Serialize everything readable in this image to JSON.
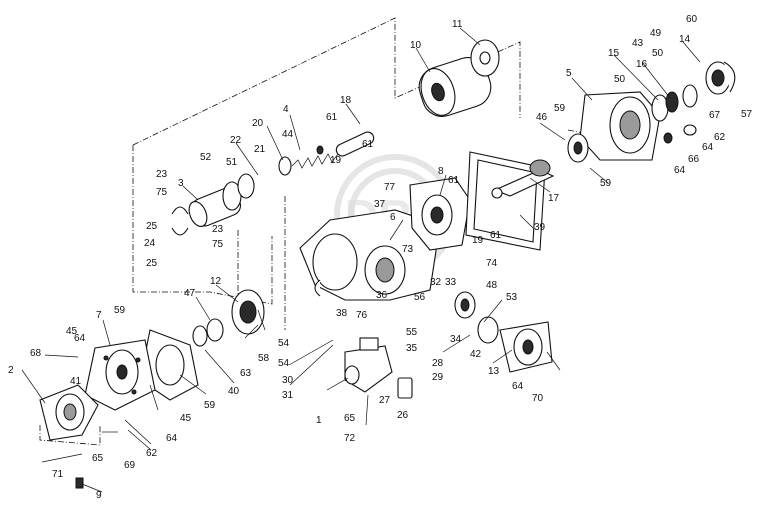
{
  "diagram": {
    "type": "exploded-parts-view",
    "callouts": [
      {
        "id": "c1",
        "label": "1"
      },
      {
        "id": "c2",
        "label": "2"
      },
      {
        "id": "c3",
        "label": "3"
      },
      {
        "id": "c4",
        "label": "4"
      },
      {
        "id": "c5",
        "label": "5"
      },
      {
        "id": "c6",
        "label": "6"
      },
      {
        "id": "c7",
        "label": "7"
      },
      {
        "id": "c8",
        "label": "8"
      },
      {
        "id": "c9",
        "label": "9"
      },
      {
        "id": "c10",
        "label": "10"
      },
      {
        "id": "c11",
        "label": "11"
      },
      {
        "id": "c12",
        "label": "12"
      },
      {
        "id": "c13",
        "label": "13"
      },
      {
        "id": "c14",
        "label": "14"
      },
      {
        "id": "c15",
        "label": "15"
      },
      {
        "id": "c16",
        "label": "16"
      },
      {
        "id": "c17",
        "label": "17"
      },
      {
        "id": "c18",
        "label": "18"
      },
      {
        "id": "c19a",
        "label": "19"
      },
      {
        "id": "c19b",
        "label": "19"
      },
      {
        "id": "c20",
        "label": "20"
      },
      {
        "id": "c21",
        "label": "21"
      },
      {
        "id": "c22",
        "label": "22"
      },
      {
        "id": "c23a",
        "label": "23"
      },
      {
        "id": "c23b",
        "label": "23"
      },
      {
        "id": "c24",
        "label": "24"
      },
      {
        "id": "c25a",
        "label": "25"
      },
      {
        "id": "c25b",
        "label": "25"
      },
      {
        "id": "c26",
        "label": "26"
      },
      {
        "id": "c27",
        "label": "27"
      },
      {
        "id": "c28",
        "label": "28"
      },
      {
        "id": "c29",
        "label": "29"
      },
      {
        "id": "c30",
        "label": "30"
      },
      {
        "id": "c31",
        "label": "31"
      },
      {
        "id": "c32",
        "label": "32"
      },
      {
        "id": "c33",
        "label": "33"
      },
      {
        "id": "c34",
        "label": "34"
      },
      {
        "id": "c35",
        "label": "35"
      },
      {
        "id": "c36",
        "label": "36"
      },
      {
        "id": "c37",
        "label": "37"
      },
      {
        "id": "c38",
        "label": "38"
      },
      {
        "id": "c39",
        "label": "39"
      },
      {
        "id": "c40",
        "label": "40"
      },
      {
        "id": "c41",
        "label": "41"
      },
      {
        "id": "c42",
        "label": "42"
      },
      {
        "id": "c43",
        "label": "43"
      },
      {
        "id": "c44",
        "label": "44"
      },
      {
        "id": "c45a",
        "label": "45"
      },
      {
        "id": "c45b",
        "label": "45"
      },
      {
        "id": "c46",
        "label": "46"
      },
      {
        "id": "c47",
        "label": "47"
      },
      {
        "id": "c48",
        "label": "48"
      },
      {
        "id": "c49",
        "label": "49"
      },
      {
        "id": "c50a",
        "label": "50"
      },
      {
        "id": "c50b",
        "label": "50"
      },
      {
        "id": "c51",
        "label": "51"
      },
      {
        "id": "c52",
        "label": "52"
      },
      {
        "id": "c53",
        "label": "53"
      },
      {
        "id": "c54a",
        "label": "54"
      },
      {
        "id": "c54b",
        "label": "54"
      },
      {
        "id": "c55",
        "label": "55"
      },
      {
        "id": "c56",
        "label": "56"
      },
      {
        "id": "c57",
        "label": "57"
      },
      {
        "id": "c58",
        "label": "58"
      },
      {
        "id": "c59a",
        "label": "59"
      },
      {
        "id": "c59b",
        "label": "59"
      },
      {
        "id": "c59c",
        "label": "59"
      },
      {
        "id": "c59d",
        "label": "59"
      },
      {
        "id": "c60",
        "label": "60"
      },
      {
        "id": "c61a",
        "label": "61"
      },
      {
        "id": "c61b",
        "label": "61"
      },
      {
        "id": "c61c",
        "label": "61"
      },
      {
        "id": "c61d",
        "label": "61"
      },
      {
        "id": "c62a",
        "label": "62"
      },
      {
        "id": "c62b",
        "label": "62"
      },
      {
        "id": "c63",
        "label": "63"
      },
      {
        "id": "c64a",
        "label": "64"
      },
      {
        "id": "c64b",
        "label": "64"
      },
      {
        "id": "c64c",
        "label": "64"
      },
      {
        "id": "c64d",
        "label": "64"
      },
      {
        "id": "c64e",
        "label": "64"
      },
      {
        "id": "c65a",
        "label": "65"
      },
      {
        "id": "c65b",
        "label": "65"
      },
      {
        "id": "c66",
        "label": "66"
      },
      {
        "id": "c67",
        "label": "67"
      },
      {
        "id": "c68",
        "label": "68"
      },
      {
        "id": "c69",
        "label": "69"
      },
      {
        "id": "c70",
        "label": "70"
      },
      {
        "id": "c71",
        "label": "71"
      },
      {
        "id": "c72",
        "label": "72"
      },
      {
        "id": "c73",
        "label": "73"
      },
      {
        "id": "c74",
        "label": "74"
      },
      {
        "id": "c75a",
        "label": "75"
      },
      {
        "id": "c75b",
        "label": "75"
      },
      {
        "id": "c76",
        "label": "76"
      },
      {
        "id": "c77",
        "label": "77"
      }
    ],
    "watermark_text": "DRIVE"
  }
}
